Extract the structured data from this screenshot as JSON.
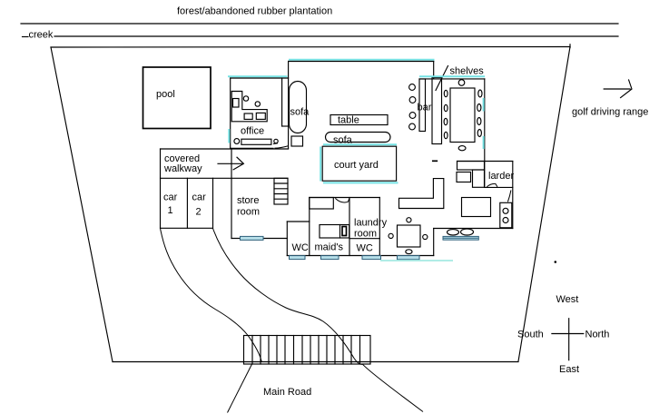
{
  "drawing": {
    "type": "site-floor-plan",
    "description": "Hand-drawn property plan of a house compound"
  },
  "colors": {
    "line": "#000000",
    "highlight": "#76e2e4",
    "pale": "#a5e9e3",
    "doorfill": "#b7dfe9",
    "doorstroke": "#2e5f7a",
    "background": "#ffffff"
  },
  "labels": {
    "forest": "forest/abandoned rubber plantation",
    "creek": "creek",
    "pool": "pool",
    "office": "office",
    "sofa_west": "sofa",
    "table": "table",
    "sofa_center": "sofa",
    "court_yard": "court yard",
    "shelves": "shelves",
    "bar": "bar",
    "larder": "larder",
    "covered_walkway_line1": "covered",
    "covered_walkway_line2": "walkway",
    "car1_line1": "car",
    "car1_line2": "1",
    "car2_line1": "car",
    "car2_line2": "2",
    "store_room_line1": "store",
    "store_room_line2": "room",
    "wc_west": "WC",
    "maids": "maid's",
    "laundry_line1": "laundry",
    "laundry_line2": "room",
    "wc_south": "WC",
    "golf_range": "golf driving range",
    "main_road": "Main Road",
    "compass_up": "West",
    "compass_left": "South",
    "compass_right": "North",
    "compass_down": "East"
  }
}
